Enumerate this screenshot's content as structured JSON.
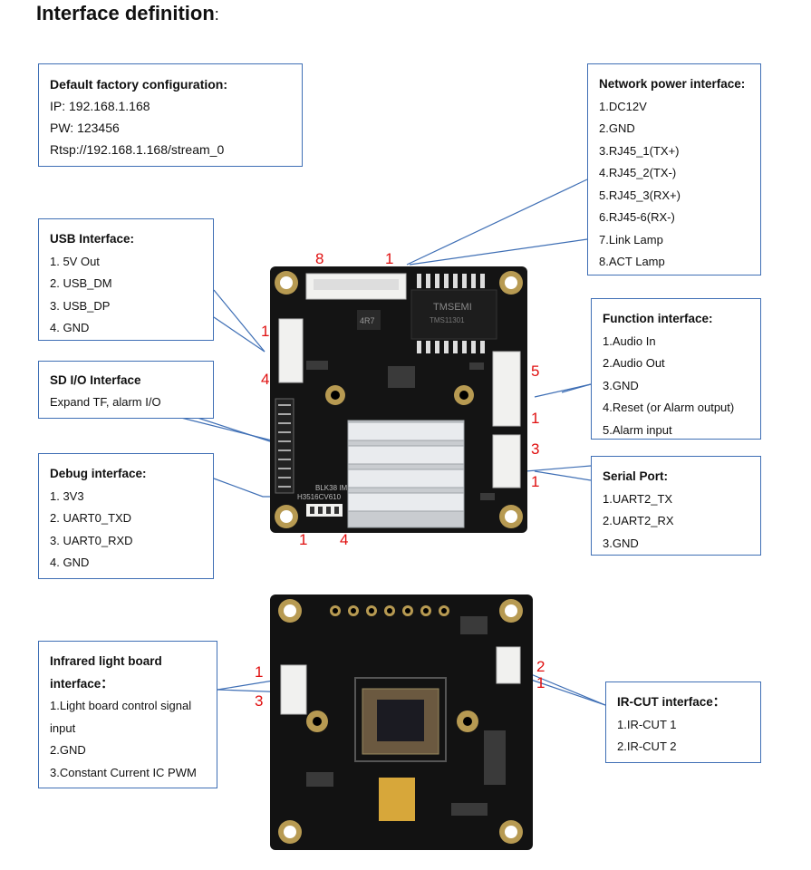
{
  "title": "Interface definition",
  "title_colon": ":",
  "factory": {
    "heading": "Default factory configuration:",
    "lines": [
      "IP: 192.168.1.168",
      "PW: 123456",
      "Rtsp://192.168.1.168/stream_0"
    ]
  },
  "network": {
    "heading": "Network power interface:",
    "lines": [
      "1.DC12V",
      "2.GND",
      "3.RJ45_1(TX+)",
      "4.RJ45_2(TX-)",
      "5.RJ45_3(RX+)",
      "6.RJ45-6(RX-)",
      "7.Link Lamp",
      "8.ACT Lamp"
    ]
  },
  "usb": {
    "heading": "USB Interface:",
    "lines": [
      "1. 5V Out",
      "2. USB_DM",
      "3. USB_DP",
      "4. GND"
    ]
  },
  "sd": {
    "heading": "SD I/O Interface",
    "lines": [
      "Expand TF, alarm I/O"
    ]
  },
  "debug": {
    "heading": "Debug interface:",
    "lines": [
      "1. 3V3",
      "2. UART0_TXD",
      "3. UART0_RXD",
      "4. GND"
    ]
  },
  "function": {
    "heading": "Function interface:",
    "lines": [
      "1.Audio In",
      "2.Audio Out",
      "3.GND",
      "4.Reset (or Alarm output)",
      "5.Alarm input"
    ]
  },
  "serial": {
    "heading": "Serial Port:",
    "lines": [
      "1.UART2_TX",
      "2.UART2_RX",
      "3.GND"
    ]
  },
  "infrared": {
    "heading1": "Infrared light board",
    "heading2": "interface：",
    "lines": [
      "1.Light board control signal",
      "input",
      "2.GND",
      "3.Constant Current IC PWM"
    ]
  },
  "ircut": {
    "heading": "IR-CUT interface：",
    "lines": [
      "1.IR-CUT 1",
      "2.IR-CUT 2"
    ]
  },
  "board_text": {
    "chip": "TMSEMI",
    "chip2": "TMS11301",
    "inductor": "4R7",
    "label1": "BLK38  IM",
    "label2": "H3516CV610"
  },
  "pin_numbers": {
    "net_8": "8",
    "net_1": "1",
    "usb_1": "1",
    "usb_4": "4",
    "func_5": "5",
    "func_1": "1",
    "ser_3": "3",
    "ser_1": "1",
    "dbg_1": "1",
    "dbg_4": "4",
    "ir_1": "1",
    "ir_3": "3",
    "cut_2": "2",
    "cut_1": "1"
  },
  "colors": {
    "box_border": "#3f6fb5",
    "pin_number": "#e01010",
    "pcb": "#121212",
    "heatsink": "#c9ccd0"
  }
}
